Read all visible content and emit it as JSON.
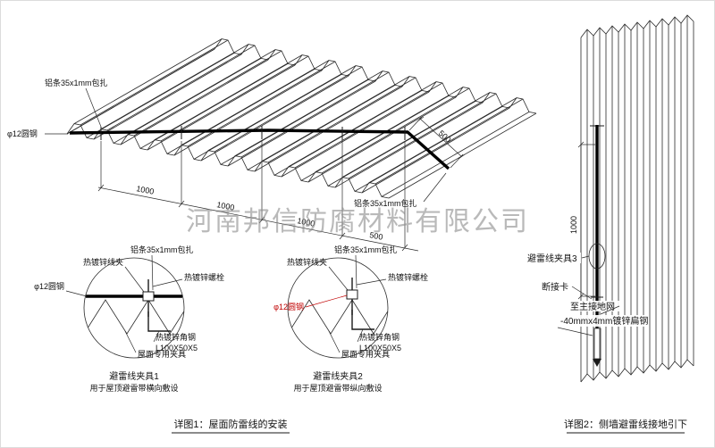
{
  "watermark": "河南邦信防腐材料有限公司",
  "roof": {
    "label_strip_top": "铝条35x1mm包扎",
    "label_rod": "φ12圆钢",
    "label_strip_right": "铝条35x1mm包扎",
    "dims": {
      "d1": "1000",
      "d2": "1000",
      "d3": "1000",
      "d4": "500",
      "d5": "500"
    }
  },
  "clamp_details": {
    "c1": {
      "title": "避雷线夹具1",
      "subtitle": "用于屋顶避雷带横向敷设",
      "labels": {
        "clip": "热镀锌线夹",
        "strip": "铝条35x1mm包扎",
        "bolt": "热镀锌螺栓",
        "rod": "φ12圆钢",
        "angle_name": "热镀锌角钢",
        "angle_spec": "L100X50X5",
        "fixture": "屋面专用夹具"
      }
    },
    "c2": {
      "title": "避雷线夹具2",
      "subtitle": "用于屋顶避雷带纵向敷设",
      "labels": {
        "clip": "热镀锌线夹",
        "strip": "铝条35x1mm包扎",
        "bolt": "热镀锌螺栓",
        "rod": "φ12圆钢",
        "angle_name": "热镀锌角钢",
        "angle_spec": "L100X50X5",
        "fixture": "屋面专用夹具"
      }
    }
  },
  "wall": {
    "dim": "1000",
    "label_clamp": "避雷线夹具3",
    "label_disconnect": "断接卡",
    "label_ground": "至主接地网",
    "label_flat_steel": "-40mmx4mm镀锌扁钢"
  },
  "captions": {
    "detail1": "详图1：屋面防雷线的安装",
    "detail2": "详图2：侧墙避雷线接地引下"
  },
  "colors": {
    "line": "#1a1a1a",
    "red": "#c00000",
    "watermark": "#8c8c8c"
  }
}
